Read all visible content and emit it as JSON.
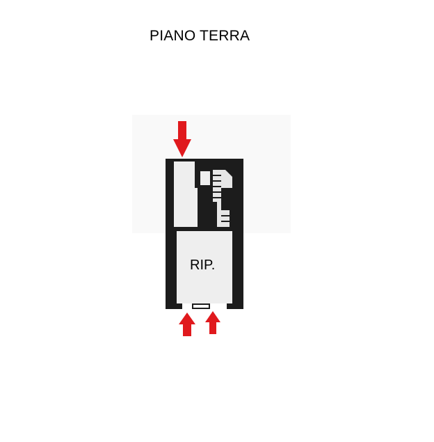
{
  "title": "PIANO TERRA",
  "rooms": [
    {
      "label": "RIP."
    }
  ],
  "entrances": [
    {
      "direction": "down"
    },
    {
      "direction": "up"
    },
    {
      "direction": "up"
    }
  ],
  "colors": {
    "wall": "#1c1c1c",
    "floor": "#eeeeee",
    "arrow": "#e0191d",
    "text": "#000000"
  },
  "icons": [
    "staircase-icon",
    "entrance-arrow-icon"
  ]
}
